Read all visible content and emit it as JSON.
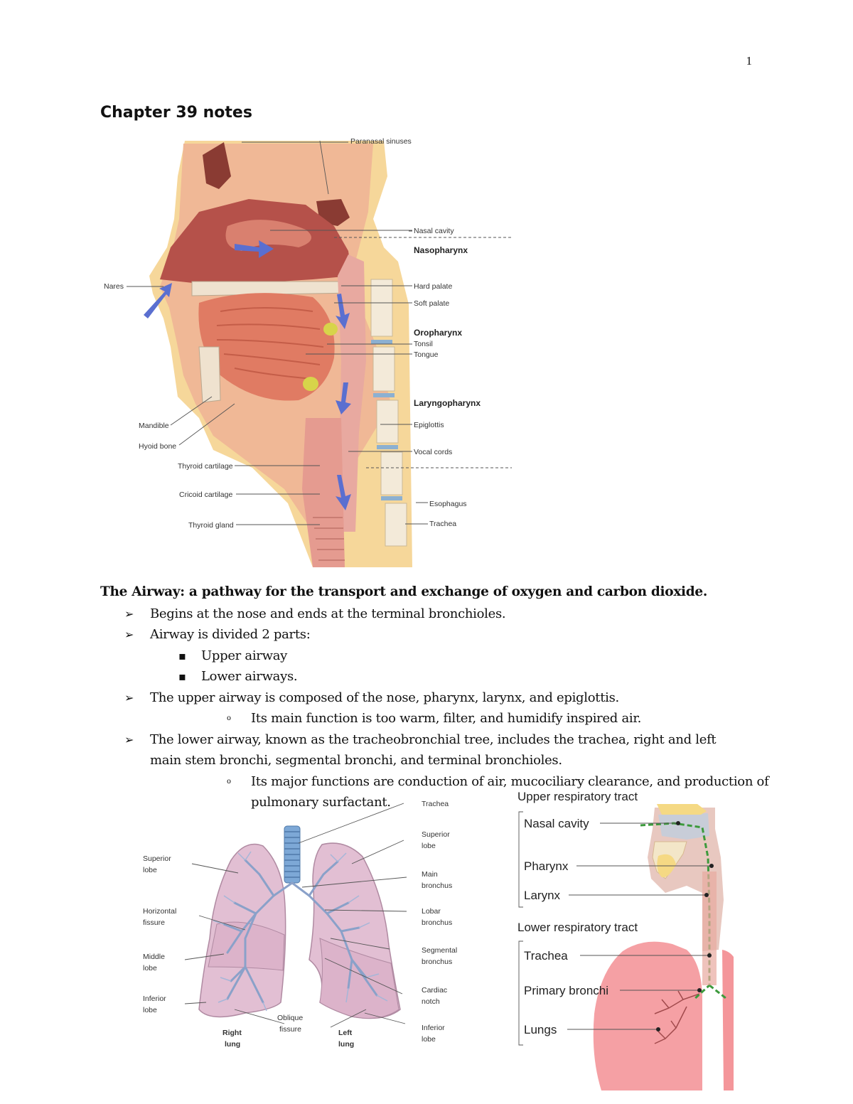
{
  "page": {
    "number": "1",
    "chapter_title": "Chapter 39 notes"
  },
  "figure_head": {
    "labels": {
      "paranasal": "Paranasal sinuses",
      "nasal_cavity": "Nasal cavity",
      "nasopharynx": "Nasopharynx",
      "nares": "Nares",
      "hard_palate": "Hard palate",
      "soft_palate": "Soft palate",
      "oropharynx": "Oropharynx",
      "tonsil": "Tonsil",
      "tongue": "Tongue",
      "laryngopharynx": "Laryngopharynx",
      "mandible": "Mandible",
      "epiglottis": "Epiglottis",
      "hyoid": "Hyoid bone",
      "vocal_cords": "Vocal cords",
      "thyroid_cartilage": "Thyroid cartilage",
      "cricoid_cartilage": "Cricoid cartilage",
      "esophagus": "Esophagus",
      "thyroid_gland": "Thyroid gland",
      "trachea": "Trachea"
    }
  },
  "text": {
    "heading": "The Airway: a pathway for the transport and exchange of oxygen and carbon dioxide.",
    "b1": "Begins at the nose and ends at the terminal bronchioles.",
    "b2": "Airway is divided 2 parts:",
    "b2a": "Upper airway",
    "b2b": "Lower airways.",
    "b3": "The upper airway is composed of the nose, pharynx, larynx, and epiglottis.",
    "b3a": "Its main function is too warm, filter, and humidify inspired air.",
    "b4": "The lower airway, known as the tracheobronchial tree, includes the trachea, right and left main stem bronchi, segmental bronchi, and terminal bronchioles.",
    "b4a_1": "Its major functions are conduction of air, mucociliary clearance, and production of",
    "b4a_2": "pulmonary surfactant."
  },
  "figure_lungs": {
    "labels": {
      "trachea": "Trachea",
      "superior_lobe_l": "Superior",
      "superior_lobe_l2": "lobe",
      "superior_lobe_r": "Superior",
      "superior_lobe_r2": "lobe",
      "main_bronchus": "Main",
      "main_bronchus2": "bronchus",
      "horizontal_fissure": "Horizontal",
      "horizontal_fissure2": "fissure",
      "lobar_bronchus": "Lobar",
      "lobar_bronchus2": "bronchus",
      "middle_lobe": "Middle",
      "middle_lobe2": "lobe",
      "segmental_bronchus": "Segmental",
      "segmental_bronchus2": "bronchus",
      "inferior_lobe_l": "Inferior",
      "inferior_lobe_l2": "lobe",
      "cardiac_notch": "Cardiac",
      "cardiac_notch2": "notch",
      "oblique_fissure": "Oblique",
      "oblique_fissure2": "fissure",
      "inferior_lobe_r": "Inferior",
      "inferior_lobe_r2": "lobe",
      "right_lung": "Right",
      "right_lung2": "lung",
      "left_lung": "Left",
      "left_lung2": "lung"
    }
  },
  "figure_tract": {
    "labels": {
      "upper_title": "Upper respiratory tract",
      "nasal_cavity": "Nasal cavity",
      "pharynx": "Pharynx",
      "larynx": "Larynx",
      "lower_title": "Lower respiratory tract",
      "trachea": "Trachea",
      "primary_bronchi": "Primary bronchi",
      "lungs": "Lungs"
    }
  }
}
